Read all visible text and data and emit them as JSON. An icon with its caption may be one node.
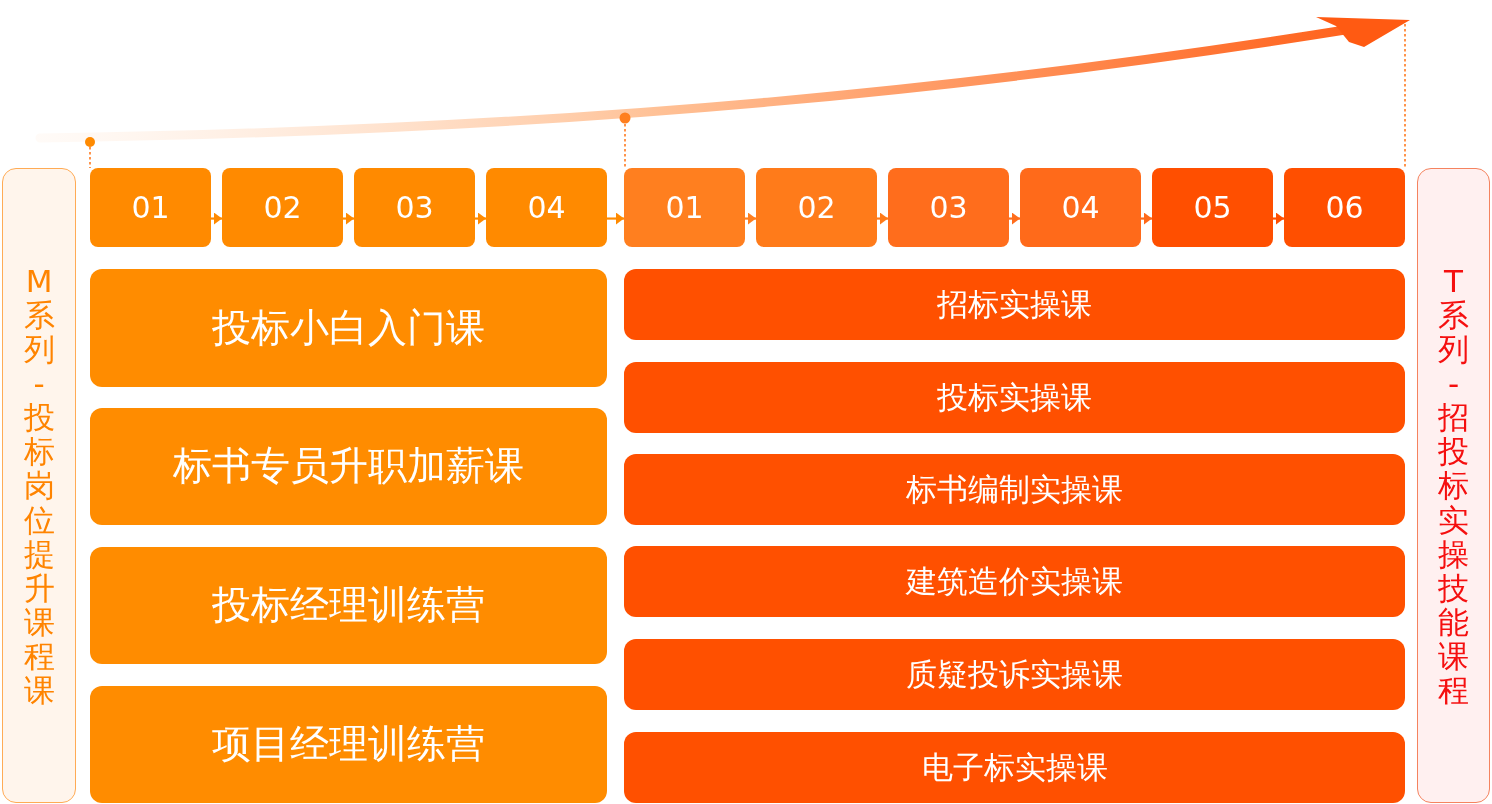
{
  "diagram": {
    "nodes": [
      {
        "text": [
          "M系列-投标岗位提升课程课"
        ]
      },
      {
        "text": [
          "T系列-招投标实操技能课程"
        ]
      },
      {
        "text": [
          "01"
        ]
      },
      {
        "text": [
          "02"
        ]
      },
      {
        "text": [
          "03"
        ]
      },
      {
        "text": [
          "04"
        ]
      },
      {
        "text": [
          "01"
        ]
      },
      {
        "text": [
          "02"
        ]
      },
      {
        "text": [
          "03"
        ]
      },
      {
        "text": [
          "04"
        ]
      },
      {
        "text": [
          "05"
        ]
      },
      {
        "text": [
          "06"
        ]
      },
      {
        "text": [
          "投标小白入门课"
        ]
      },
      {
        "text": [
          "标书专员升职加薪课"
        ]
      },
      {
        "text": [
          "投标经理训练营"
        ]
      },
      {
        "text": [
          "项目经理训练营"
        ]
      },
      {
        "text": [
          "招标实操课"
        ]
      },
      {
        "text": [
          "投标实操课"
        ]
      },
      {
        "text": [
          "标书编制实操课"
        ]
      },
      {
        "text": [
          "建筑造价实操课"
        ]
      },
      {
        "text": [
          "质疑投诉实操课"
        ]
      },
      {
        "text": [
          "电子标实操课"
        ]
      }
    ],
    "edges": [
      {
        "from": 2,
        "to": 3,
        "arrow": "to"
      },
      {
        "from": 3,
        "to": 4,
        "arrow": "to"
      },
      {
        "from": 4,
        "to": 5,
        "arrow": "to"
      },
      {
        "from": 5,
        "to": 6,
        "arrow": "to"
      },
      {
        "from": 6,
        "to": 7,
        "arrow": "to",
        "color": "#ff7f1f"
      },
      {
        "from": 7,
        "to": 8,
        "arrow": "to",
        "color": "#ff7b1a"
      },
      {
        "from": 8,
        "to": 9,
        "arrow": "to",
        "color": "#ff6d1c"
      },
      {
        "from": 9,
        "to": 10,
        "arrow": "to",
        "color": "#ff6a1a"
      },
      {
        "from": 10,
        "to": 11,
        "arrow": "to",
        "color": "#ff4f00"
      }
    ]
  }
}
